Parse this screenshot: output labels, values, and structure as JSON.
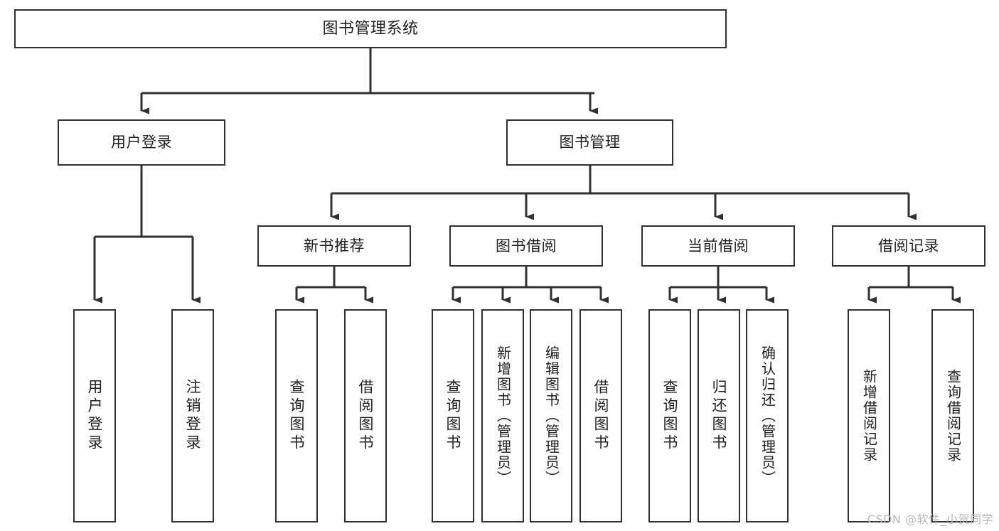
{
  "diagram": {
    "title": "图书管理系统",
    "type": "tree-hierarchy",
    "stroke_color": "#31302f",
    "fill_color": "#ffffff",
    "text_color": "#1f1f1f"
  },
  "watermark": {
    "text": "CSDN @软件_小贺同学",
    "color": "#b9b9b9"
  },
  "nodes": {
    "root": {
      "label": "图书管理系统"
    },
    "level2": [
      {
        "label": "用户登录"
      },
      {
        "label": "图书管理"
      }
    ],
    "level3": [
      {
        "label": "新书推荐"
      },
      {
        "label": "图书借阅"
      },
      {
        "label": "当前借阅"
      },
      {
        "label": "借阅记录"
      }
    ],
    "leaves": [
      {
        "label": "用户登录"
      },
      {
        "label": "注销登录"
      },
      {
        "label": "查询图书"
      },
      {
        "label": "借阅图书"
      },
      {
        "label": "查询图书"
      },
      {
        "label": "新增图书（管理员）"
      },
      {
        "label": "编辑图书（管理员）"
      },
      {
        "label": "借阅图书"
      },
      {
        "label": "查询图书"
      },
      {
        "label": "归还图书"
      },
      {
        "label": "确认归还（管理员）"
      },
      {
        "label": "新增借阅记录"
      },
      {
        "label": "查询借阅记录"
      }
    ]
  }
}
